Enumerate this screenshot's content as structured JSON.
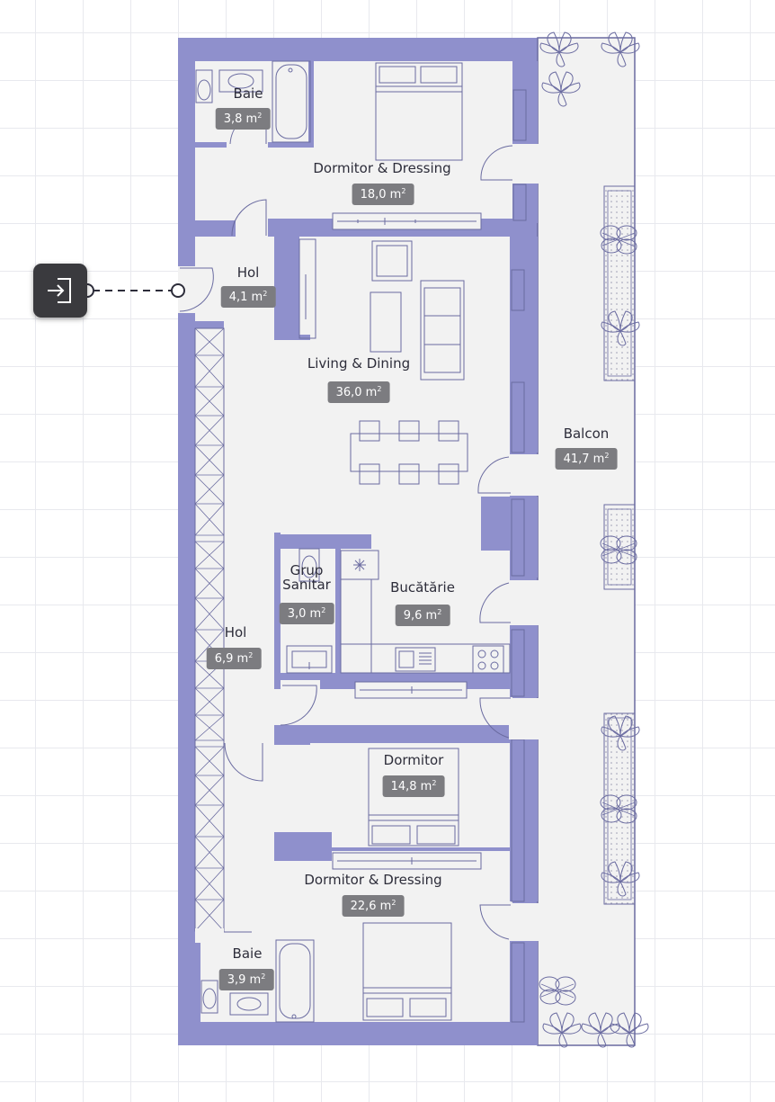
{
  "colors": {
    "wall": "#8f90cc",
    "floor": "#f2f2f2",
    "line": "#6a6ba0",
    "badge": "#7c7c80",
    "entry_button": "#3a3a3e"
  },
  "entry": {
    "icon": "enter-door-icon"
  },
  "rooms": [
    {
      "id": "baie-top",
      "name": "Baie",
      "area": "3,8 m",
      "unit_sup": "2"
    },
    {
      "id": "dormitor-dressing-top",
      "name": "Dormitor & Dressing",
      "area": "18,0 m",
      "unit_sup": "2"
    },
    {
      "id": "hol-entry",
      "name": "Hol",
      "area": "4,1 m",
      "unit_sup": "2"
    },
    {
      "id": "living-dining",
      "name": "Living & Dining",
      "area": "36,0 m",
      "unit_sup": "2"
    },
    {
      "id": "balcon",
      "name": "Balcon",
      "area": "41,7 m",
      "unit_sup": "2"
    },
    {
      "id": "grup-sanitar",
      "name": "Grup\nSanitar",
      "area": "3,0 m",
      "unit_sup": "2"
    },
    {
      "id": "bucatarie",
      "name": "Bucătărie",
      "area": "9,6 m",
      "unit_sup": "2"
    },
    {
      "id": "hol-corridor",
      "name": "Hol",
      "area": "6,9 m",
      "unit_sup": "2"
    },
    {
      "id": "dormitor",
      "name": "Dormitor",
      "area": "14,8 m",
      "unit_sup": "2"
    },
    {
      "id": "dormitor-dressing-bottom",
      "name": "Dormitor & Dressing",
      "area": "22,6 m",
      "unit_sup": "2"
    },
    {
      "id": "baie-bottom",
      "name": "Baie",
      "area": "3,9 m",
      "unit_sup": "2"
    }
  ]
}
